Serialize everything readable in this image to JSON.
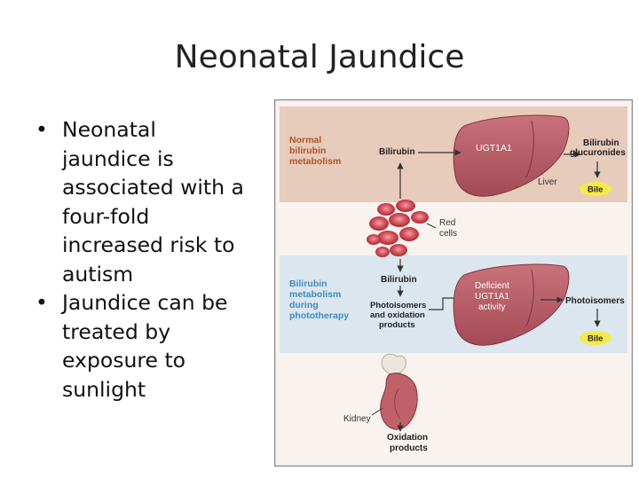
{
  "slide": {
    "title": "Neonatal Jaundice",
    "bullet_symbol": "•",
    "bullets": [
      "Neonatal jaundice is associated with a four-fold increased risk to autism",
      "Jaundice can be treated by exposure to sunlight"
    ]
  },
  "figure": {
    "panel_normal": [
      "Normal",
      "bilirubin",
      "metabolism"
    ],
    "panel_photo": [
      "Bilirubin",
      "metabolism",
      "during",
      "phototherapy"
    ],
    "bilirubin_top": "Bilirubin",
    "ugt1a1": "UGT1A1",
    "liver": "Liver",
    "glucuronides": [
      "Bilirubin",
      "glucuronides"
    ],
    "bile_top": "Bile",
    "red_cells": [
      "Red",
      "cells"
    ],
    "bilirubin_mid": "Bilirubin",
    "photoisomers_oxidation": [
      "Photoisomers",
      "and oxidation",
      "products"
    ],
    "deficient": [
      "Deficient",
      "UGT1A1",
      "activity"
    ],
    "photoisomers": "Photoisomers",
    "bile_bottom": "Bile",
    "kidney": "Kidney",
    "oxidation_products": [
      "Oxidation",
      "products"
    ],
    "colors": {
      "normal_panel": "#e7cbbb",
      "photo_panel": "#dce6ee",
      "normal_title": "#b3522e",
      "photo_title": "#3a8cc4",
      "liver": "#b45a62",
      "bile": "#f6ea47"
    }
  }
}
